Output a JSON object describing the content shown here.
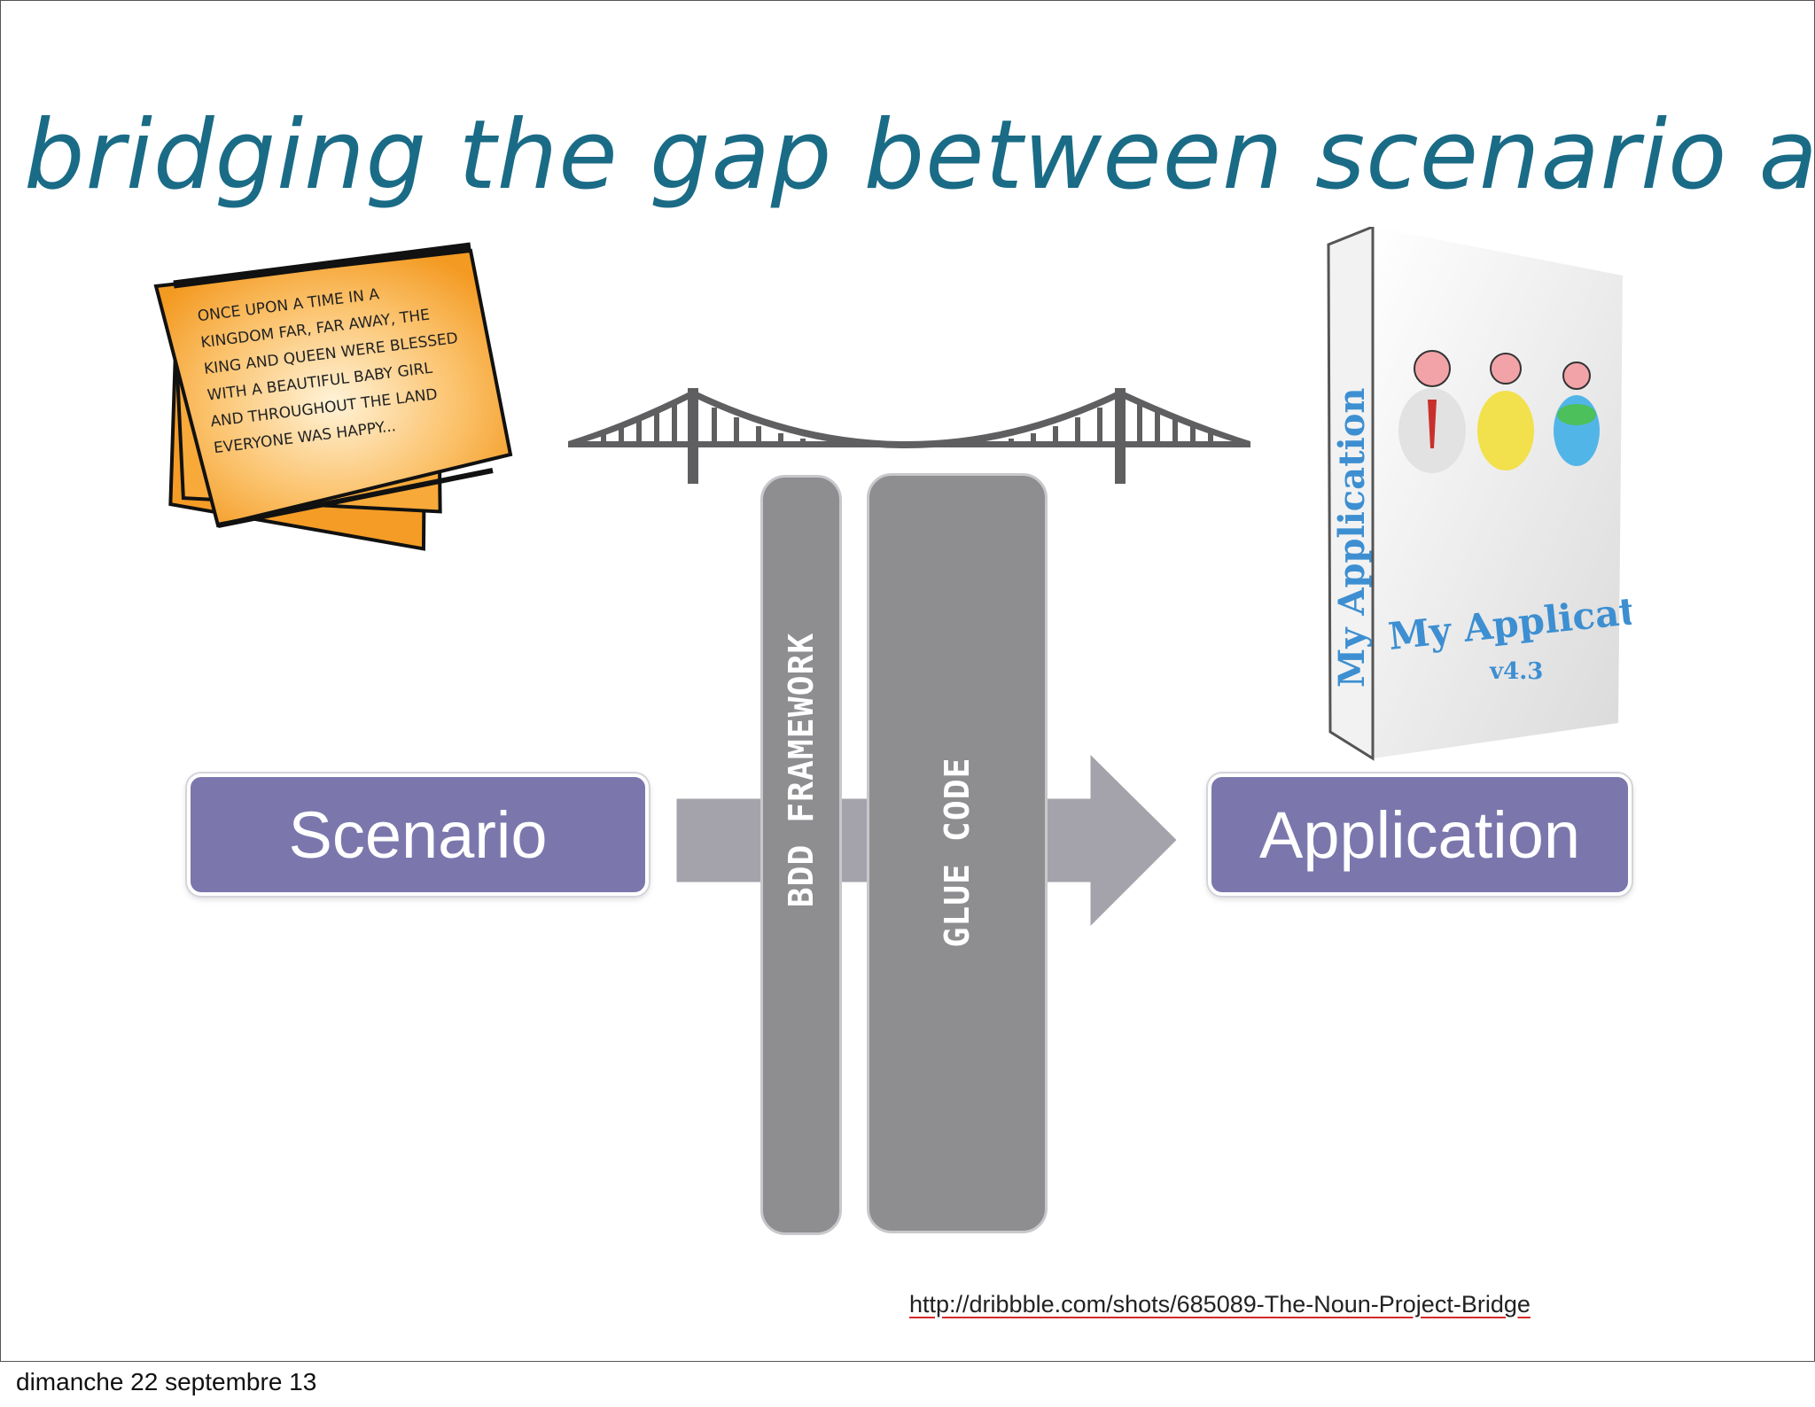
{
  "slide": {
    "title": "bridging the gap between scenario and app.",
    "story_text": [
      "ONCE UPON A TIME IN A",
      "KINGDOM FAR, FAR AWAY, THE",
      "KING AND QUEEN WERE BLESSED",
      "WITH A BEAUTIFUL BABY GIRL",
      "AND THROUGHOUT THE LAND",
      "EVERYONE WAS HAPPY..."
    ],
    "app_box": {
      "spine": "My Application",
      "front_title": "My Application",
      "version": "v4.3"
    },
    "scenario_label": "Scenario",
    "application_label": "Application",
    "pillars": {
      "bdd": "BDD FRAMEWORK",
      "glue": "GLUE CODE"
    },
    "credit_link": "http://dribbble.com/shots/685089-The-Noun-Project-Bridge"
  },
  "footer": {
    "date": "dimanche 22 septembre 13"
  },
  "colors": {
    "title": "#1a6b86",
    "pill": "#7b77ad",
    "pillar": "#8e8d90",
    "arrow": "#a4a3ab",
    "bridge": "#5f5f61",
    "app_blue": "#3d8fd1",
    "paper": "#f6a12e"
  },
  "icons": [
    "storybook-image",
    "bridge-icon",
    "application-box-image",
    "arrow-right-icon"
  ]
}
